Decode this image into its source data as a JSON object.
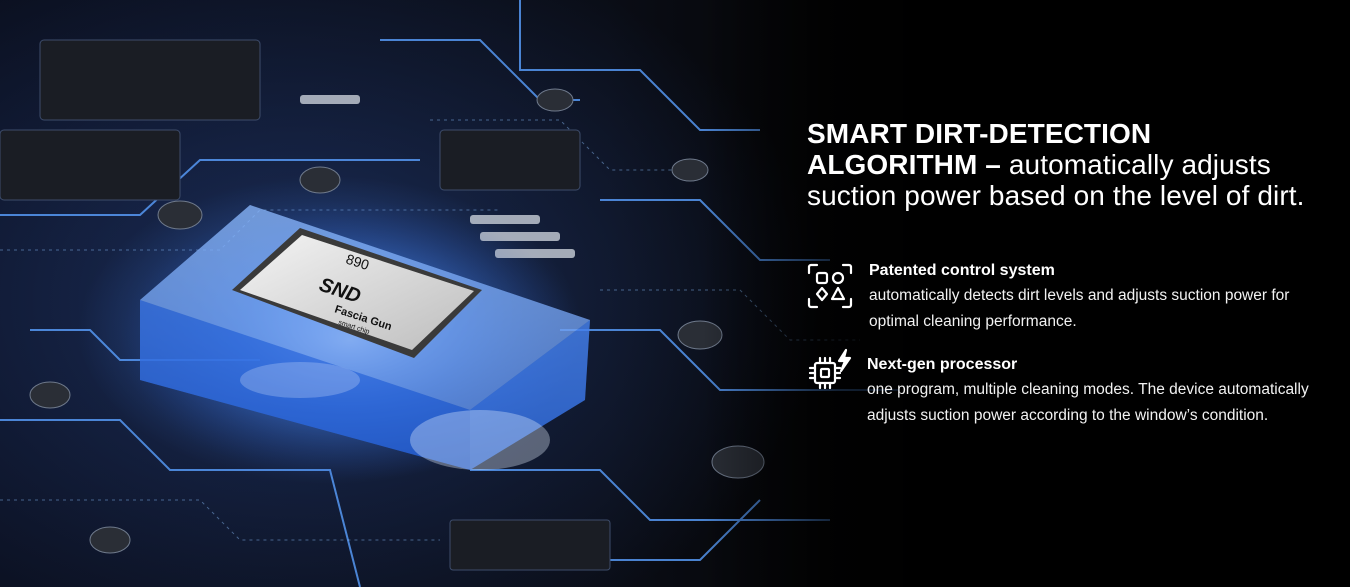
{
  "visual": {
    "chip": {
      "model_number": "890",
      "brand": "SND",
      "product_name": "Fascia Gun",
      "subtitle": "smart chip"
    }
  },
  "headline": {
    "bold": "SMART DIRT-DETECTION ALGORITHM –",
    "text": " automatically adjusts suction power based on the level of dirt."
  },
  "features": [
    {
      "icon": "shapes-scan-icon",
      "title": "Patented control system",
      "text": "automatically detects dirt levels and adjusts suction power for optimal cleaning performance."
    },
    {
      "icon": "chip-bolt-icon",
      "title": "Next-gen processor",
      "text": "one program, multiple cleaning modes. The device automatically adjusts suction power according to the window’s condition."
    }
  ],
  "colors": {
    "background": "#000000",
    "text": "#ffffff",
    "glow": "#3f8cff"
  }
}
